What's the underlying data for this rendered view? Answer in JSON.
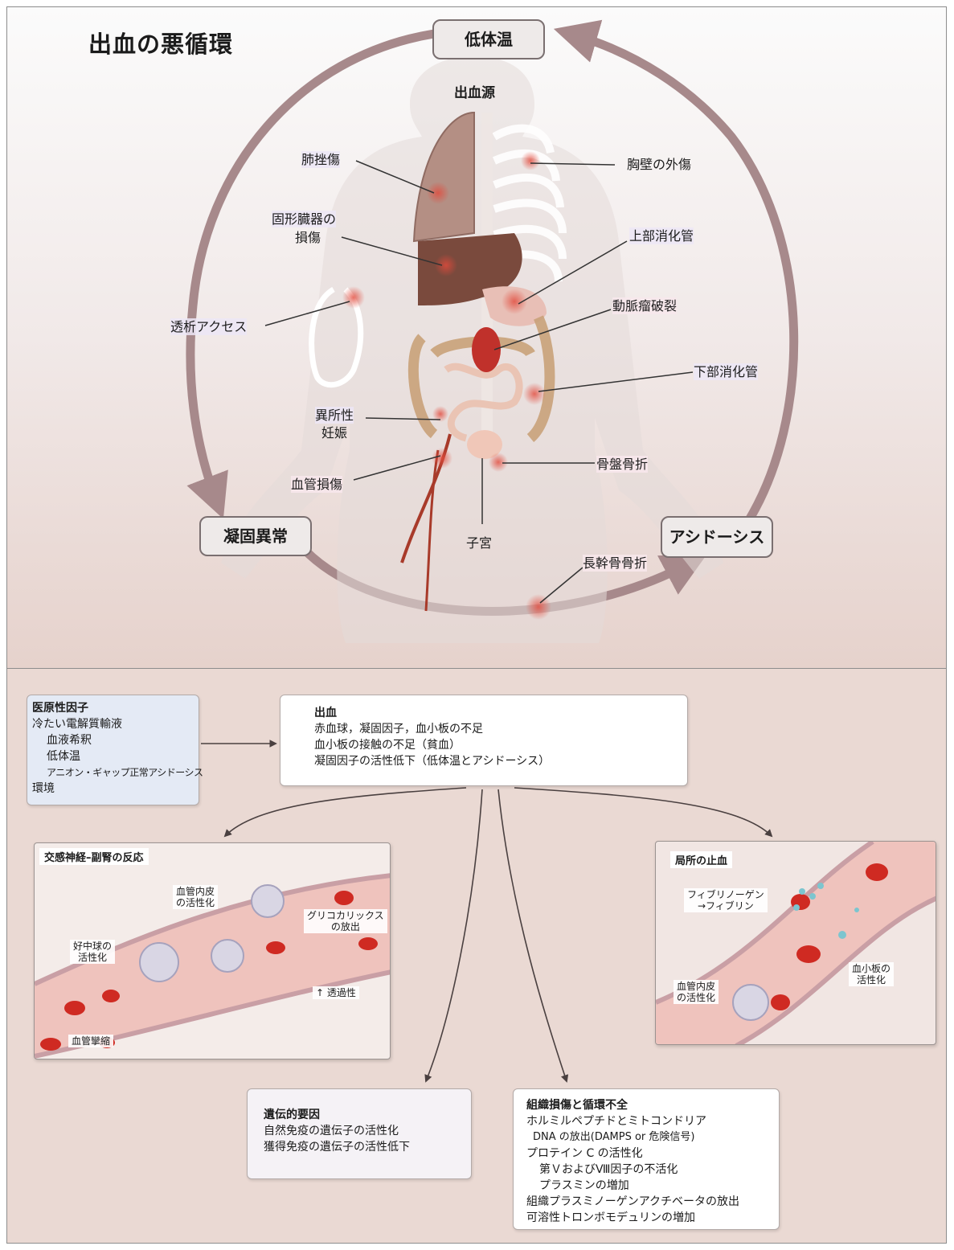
{
  "title": "出血の悪循環",
  "cycle": {
    "top": "低体温",
    "left": "凝固異常",
    "right": "アシドーシス"
  },
  "body_diagram": {
    "heading": "出血源",
    "labels": {
      "lung": "肺挫傷",
      "organ_line1": "固形臓器の",
      "organ_line2": "損傷",
      "dialysis": "透析アクセス",
      "ectopic_line1": "異所性",
      "ectopic_line2": "妊娠",
      "vascular": "血管損傷",
      "chest": "胸壁の外傷",
      "upper_gi": "上部消化管",
      "aneurysm": "動脈瘤破裂",
      "lower_gi": "下部消化管",
      "pelvic": "骨盤骨折",
      "uterus": "子宮",
      "long_bone": "長幹骨骨折"
    }
  },
  "iatrogenic": {
    "heading": "医原性因子",
    "lines": [
      "冷たい電解質輸液",
      "血液希釈",
      "低体温",
      "アニオン・ギャップ正常アシドーシス",
      "環境"
    ]
  },
  "bleeding": {
    "heading": "出血",
    "lines": [
      "赤血球，凝固因子，血小板の不足",
      "血小板の接触の不足（貧血）",
      "凝固因子の活性低下（低体温とアシドーシス）"
    ]
  },
  "sympathetic": {
    "heading": "交感神経–副腎の反応",
    "labels": {
      "endothelial": "血管内皮\nの活性化",
      "glycocalyx": "グリコカリックス\nの放出",
      "neutrophil": "好中球の\n活性化",
      "permeability": "↑ 透過性",
      "vasoconstriction": "血管攣縮"
    }
  },
  "local": {
    "heading": "局所の止血",
    "labels": {
      "fibrinogen": "フィブリノーゲン\n→フィブリン",
      "platelet": "血小板の\n活性化",
      "endothelial": "血管内皮\nの活性化"
    }
  },
  "genetic": {
    "heading": "遺伝的要因",
    "lines": [
      "自然免疫の遺伝子の活性化",
      "獲得免疫の遺伝子の活性低下"
    ]
  },
  "tissue": {
    "heading": "組織損傷と循環不全",
    "lines": [
      "ホルミルペプチドとミトコンドリア",
      "DNA の放出(DAMPS or 危険信号)",
      "プロテイン C の活性化",
      "第ＶおよびⅧ因子の不活化",
      "プラスミンの増加",
      "組織プラスミノーゲンアクチベータの放出",
      "可溶性トロンボモデュリンの増加"
    ]
  },
  "colors": {
    "cycle_arrow": "#a7898b",
    "blood": "#c0312b",
    "flow_arrow": "#4a4040"
  }
}
